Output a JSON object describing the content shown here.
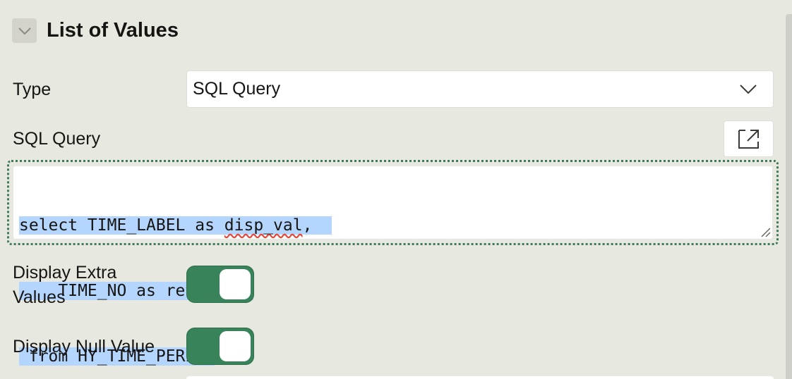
{
  "section": {
    "title": "List of Values",
    "collapse_icon": "chevron-down-icon"
  },
  "type_field": {
    "label": "Type",
    "value": "SQL Query",
    "icon": "chevron-down-icon"
  },
  "sql_field": {
    "label": "SQL Query",
    "expand_icon": "expand-icon",
    "lines": [
      {
        "before": "select TIME_LABEL as ",
        "misspelled": "disp_val",
        "after": ",  "
      },
      {
        "text": "    TIME_NO as ret_val  "
      },
      {
        "text": " from HY_TIME_PERIOD"
      }
    ]
  },
  "display_extra_values": {
    "label_line1": "Display Extra",
    "label_line2": "Values",
    "state": "on"
  },
  "display_null_value": {
    "label": "Display Null Value",
    "state": "on"
  },
  "colors": {
    "background": "#e7e8e0",
    "toggle_on": "#38835a",
    "focus_border": "#3d7a55",
    "selection": "#b4d5fe"
  }
}
